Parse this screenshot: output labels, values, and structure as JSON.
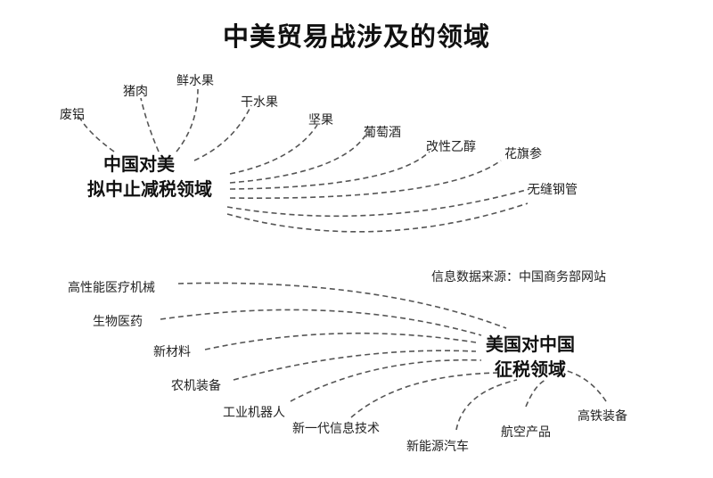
{
  "title": "中美贸易战涉及的领域",
  "source_note": "信息数据来源：中国商务部网站",
  "china_hub": {
    "line1": "中国对美",
    "line2": "拟中止减税领域"
  },
  "us_hub": {
    "line1": "美国对中国",
    "line2": "征税领域"
  },
  "china_items": [
    "废铝",
    "猪肉",
    "鲜水果",
    "干水果",
    "坚果",
    "葡萄酒",
    "改性乙醇",
    "花旗参",
    "无缝钢管"
  ],
  "us_items": [
    "高性能医疗机械",
    "生物医药",
    "新材料",
    "农机装备",
    "工业机器人",
    "新一代信息技术",
    "新能源汽车",
    "航空产品",
    "高铁装备"
  ]
}
